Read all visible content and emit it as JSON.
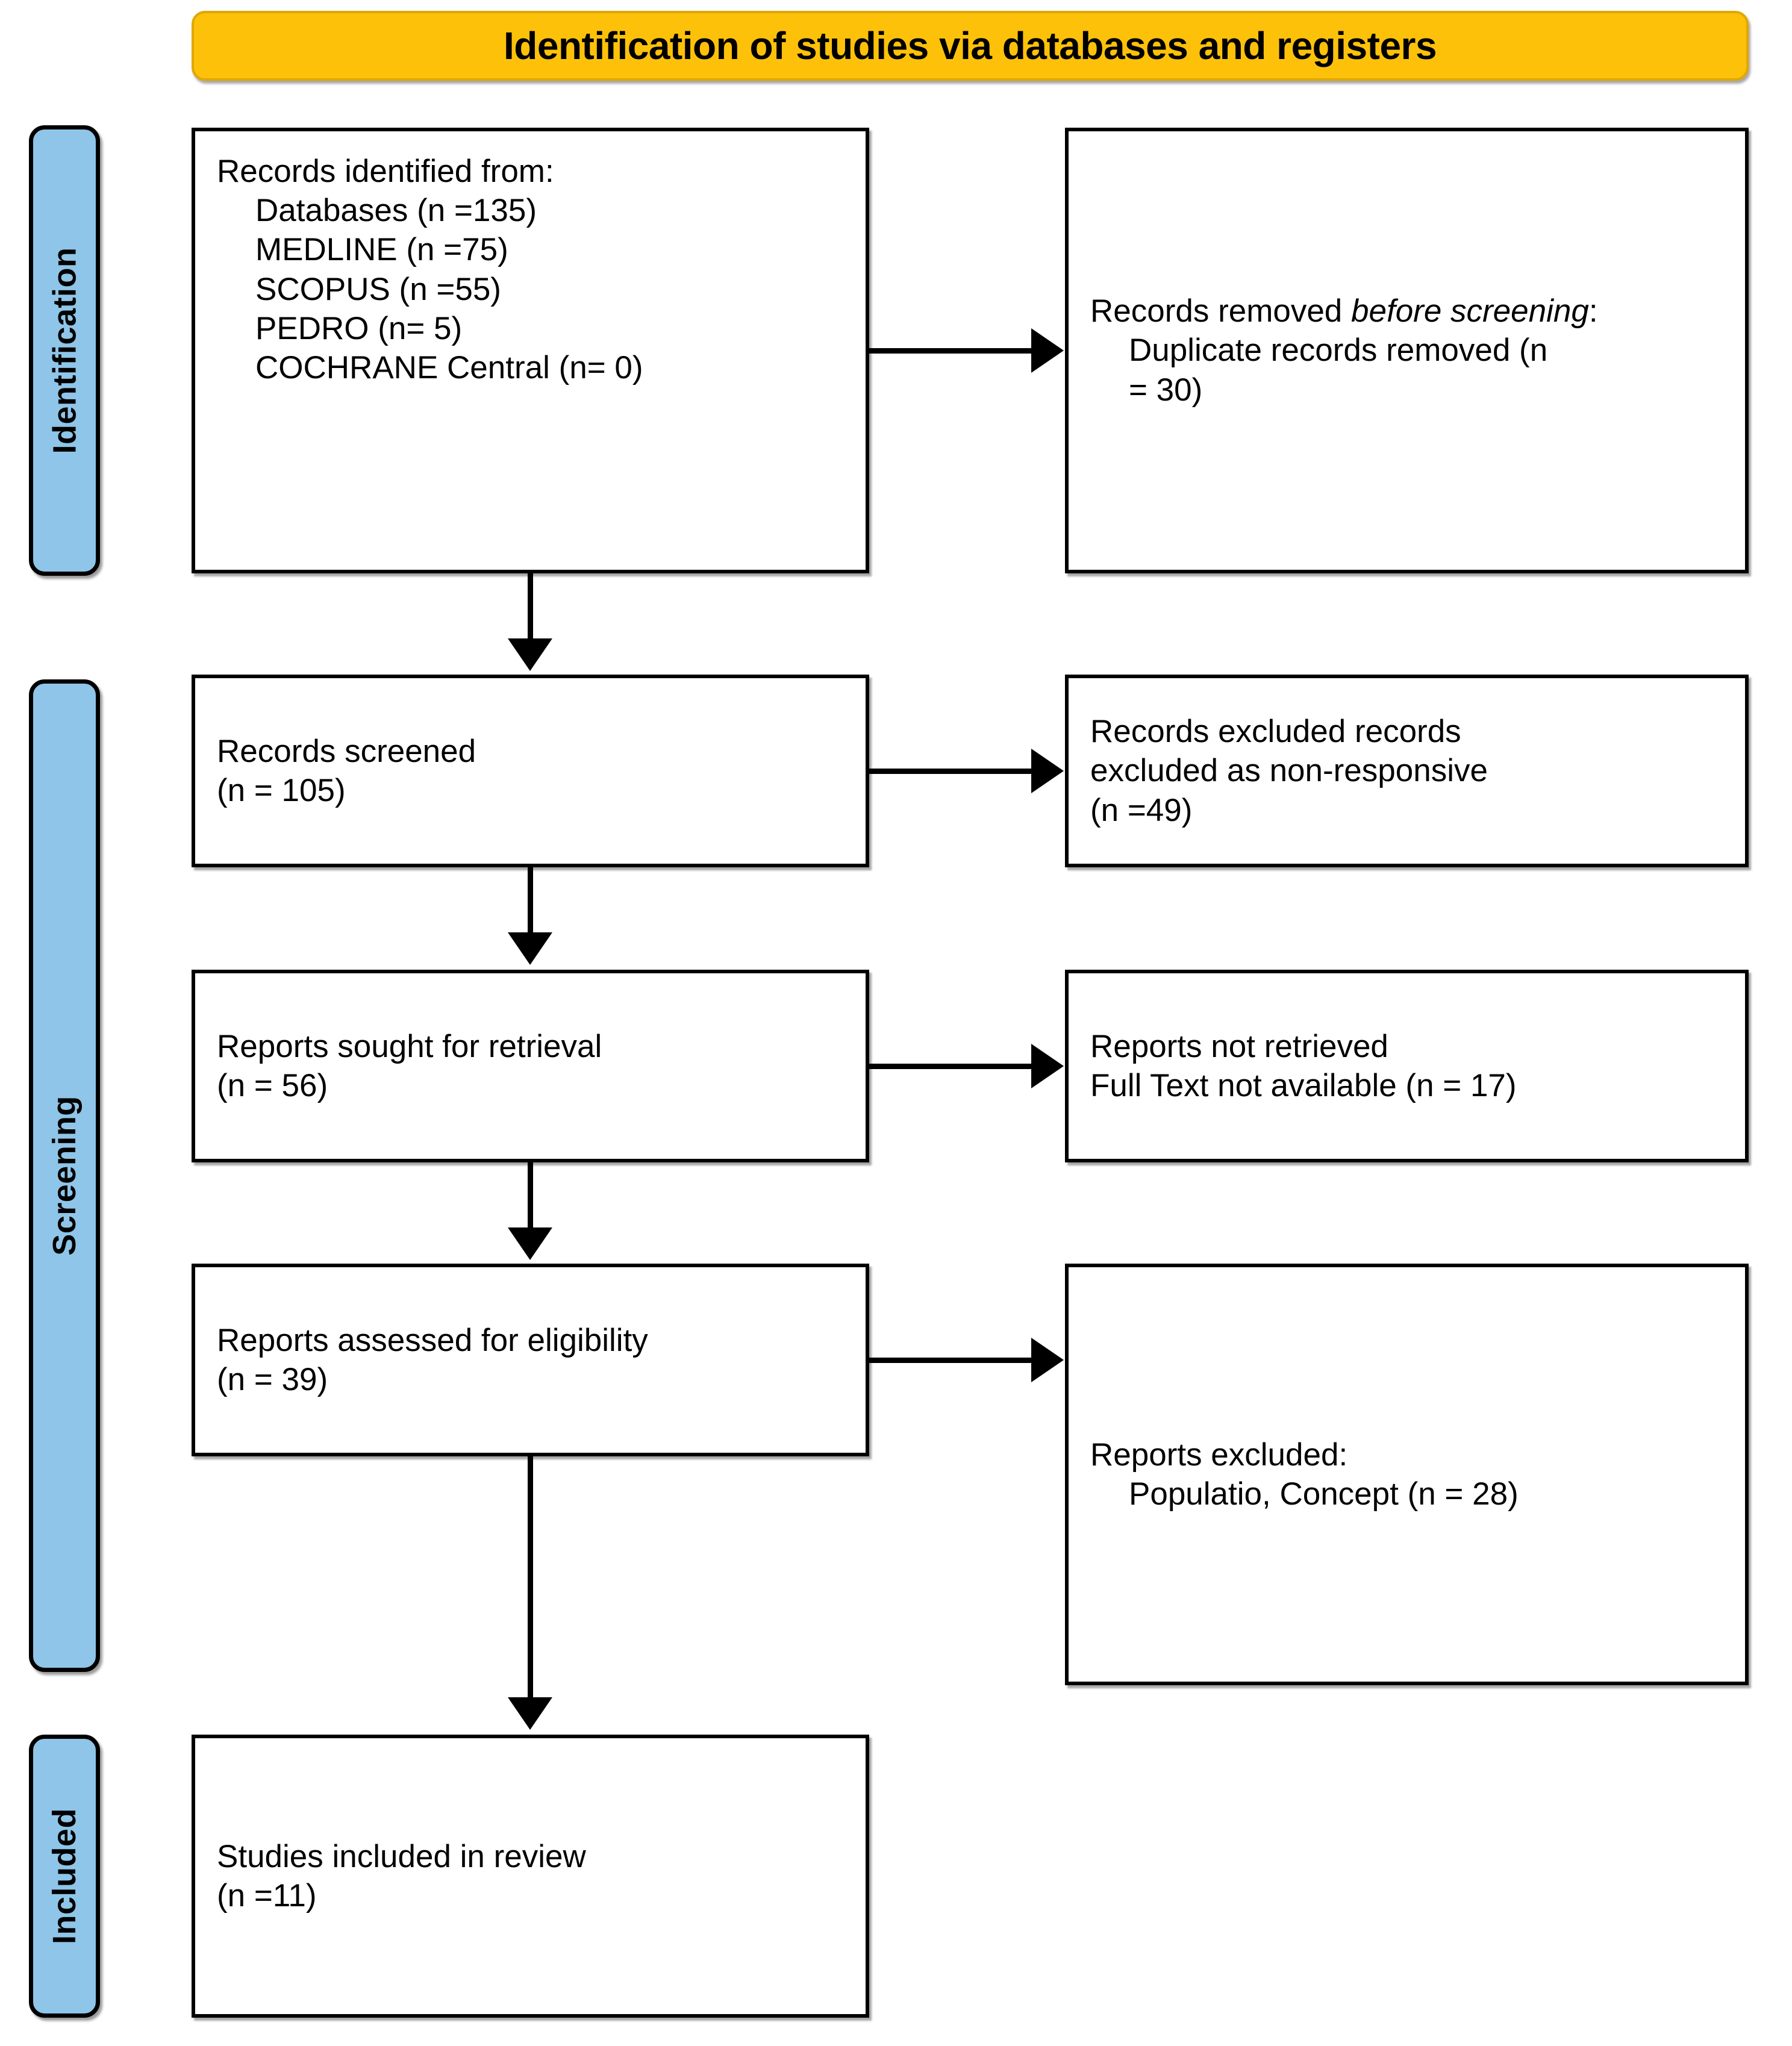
{
  "banner": {
    "title": "Identification of studies via databases and registers",
    "bg_color": "#FDC10A"
  },
  "stages": {
    "identification": "Identification",
    "screening": "Screening",
    "included": "Included",
    "bg_color": "#8EC5E8"
  },
  "boxes": {
    "identified": {
      "heading": "Records identified from:",
      "lines": [
        "Databases (n =135)",
        "MEDLINE (n =75)",
        "SCOPUS (n =55)",
        "PEDRO (n= 5)",
        "COCHRANE Central (n= 0)"
      ]
    },
    "removed": {
      "heading_plain": "Records removed ",
      "heading_italic": "before screening",
      "heading_suffix": ":",
      "line1": "Duplicate records removed (n",
      "line2": "= 30)"
    },
    "screened": {
      "line1": "Records screened",
      "line2": "(n = 105)"
    },
    "excluded_records": {
      "line1": "Records excluded records",
      "line2": "excluded as non-responsive",
      "line3": "(n =49)"
    },
    "sought": {
      "line1": "Reports sought for retrieval",
      "line2": "(n = 56)"
    },
    "not_retrieved": {
      "line1": "Reports not retrieved",
      "line2": "Full Text not available (n = 17)"
    },
    "assessed": {
      "line1": "Reports assessed for eligibility",
      "line2": "(n = 39)"
    },
    "excluded_reports": {
      "heading": "Reports excluded:",
      "line1": "Populatio, Concept (n = 28)"
    },
    "included": {
      "line1": "Studies included in review",
      "line2": "(n =11)"
    }
  },
  "chart_data": {
    "type": "diagram",
    "title": "Identification of studies via databases and registers",
    "nodes": [
      {
        "id": "identified",
        "stage": "Identification",
        "label": "Records identified from",
        "total": 135,
        "breakdown": [
          {
            "source": "Databases",
            "n": 135
          },
          {
            "source": "MEDLINE",
            "n": 75
          },
          {
            "source": "SCOPUS",
            "n": 55
          },
          {
            "source": "PEDRO",
            "n": 5
          },
          {
            "source": "COCHRANE Central",
            "n": 0
          }
        ]
      },
      {
        "id": "removed",
        "stage": "Identification",
        "label": "Records removed before screening: Duplicate records removed",
        "n": 30
      },
      {
        "id": "screened",
        "stage": "Screening",
        "label": "Records screened",
        "n": 105
      },
      {
        "id": "excluded_records",
        "stage": "Screening",
        "label": "Records excluded records excluded as non-responsive",
        "n": 49
      },
      {
        "id": "sought",
        "stage": "Screening",
        "label": "Reports sought for retrieval",
        "n": 56
      },
      {
        "id": "not_retrieved",
        "stage": "Screening",
        "label": "Reports not retrieved, Full Text not available",
        "n": 17
      },
      {
        "id": "assessed",
        "stage": "Screening",
        "label": "Reports assessed for eligibility",
        "n": 39
      },
      {
        "id": "excluded_reports",
        "stage": "Screening",
        "label": "Reports excluded: Populatio, Concept",
        "n": 28
      },
      {
        "id": "included",
        "stage": "Included",
        "label": "Studies included in review",
        "n": 11
      }
    ],
    "edges": [
      {
        "from": "identified",
        "to": "removed",
        "direction": "right"
      },
      {
        "from": "identified",
        "to": "screened",
        "direction": "down"
      },
      {
        "from": "screened",
        "to": "excluded_records",
        "direction": "right"
      },
      {
        "from": "screened",
        "to": "sought",
        "direction": "down"
      },
      {
        "from": "sought",
        "to": "not_retrieved",
        "direction": "right"
      },
      {
        "from": "sought",
        "to": "assessed",
        "direction": "down"
      },
      {
        "from": "assessed",
        "to": "excluded_reports",
        "direction": "right"
      },
      {
        "from": "assessed",
        "to": "included",
        "direction": "down"
      }
    ]
  }
}
